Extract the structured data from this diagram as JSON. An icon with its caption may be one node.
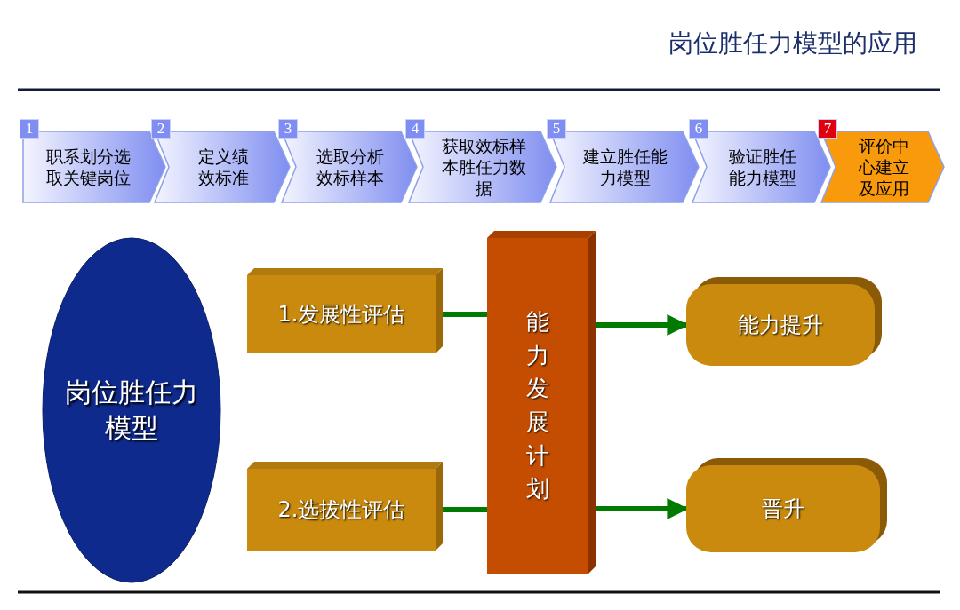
{
  "diagram": {
    "title": "岗位胜任力模型的应用",
    "nodes": [
      {
        "text": [
          "1",
          "职系划分选取关键岗位"
        ]
      },
      {
        "text": [
          "2",
          "定义绩效标准"
        ]
      },
      {
        "text": [
          "3",
          "选取分析效标样本"
        ]
      },
      {
        "text": [
          "4",
          "获取效标样本胜任力数据"
        ]
      },
      {
        "text": [
          "5",
          "建立胜任能力模型"
        ]
      },
      {
        "text": [
          "6",
          "验证胜任能力模型"
        ]
      },
      {
        "text": [
          "7",
          "评价中心建立及应用"
        ]
      },
      {
        "text": [
          "岗位胜任力模型"
        ]
      },
      {
        "text": [
          "1.发展性评估"
        ]
      },
      {
        "text": [
          "2.选拔性评估"
        ]
      },
      {
        "text": [
          "能力发展计划"
        ]
      },
      {
        "text": [
          "能力提升"
        ]
      },
      {
        "text": [
          "晋升"
        ]
      }
    ],
    "edges": [
      {
        "from": 8,
        "to": 10,
        "arrow": "none"
      },
      {
        "from": 9,
        "to": 10,
        "arrow": "none"
      },
      {
        "from": 10,
        "to": 11,
        "arrow": "to"
      },
      {
        "from": 10,
        "to": 12,
        "arrow": "to"
      }
    ]
  }
}
